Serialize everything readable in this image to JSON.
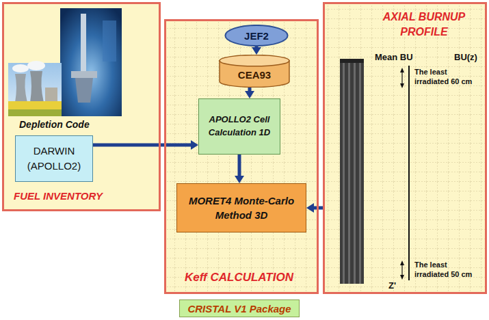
{
  "diagram": {
    "nodes": [
      {
        "text": [
          "Depletion Code",
          "FUEL INVENTORY"
        ]
      },
      {
        "text": [
          "DARWIN (APOLLO2)"
        ],
        "in": 0
      },
      {
        "text": [
          "Keff CALCULATION"
        ]
      },
      {
        "text": [
          "JEF2"
        ],
        "in": 2
      },
      {
        "text": [
          "CEA93"
        ],
        "in": 2
      },
      {
        "text": [
          "APOLLO2 Cell Calculation 1D"
        ],
        "in": 2
      },
      {
        "text": [
          "MORET4 Monte-Carlo Method 3D"
        ],
        "in": 2
      },
      {
        "text": [
          "CRISTAL V1 Package"
        ]
      },
      {
        "text": [
          "AXIAL BURNUP PROFILE"
        ]
      }
    ],
    "edges": [
      {
        "from": 1,
        "to": 5,
        "arrow": "to"
      },
      {
        "from": 3,
        "to": 4,
        "arrow": "to"
      },
      {
        "from": 4,
        "to": 5,
        "arrow": "to"
      },
      {
        "from": 5,
        "to": 6,
        "arrow": "to"
      },
      {
        "from": 8,
        "to": 6,
        "arrow": "to"
      }
    ],
    "labels": [
      "Mean BU",
      "BU(z)",
      "The least irradiated 60 cm",
      "The least irradiated 50 cm",
      "Z'"
    ]
  }
}
